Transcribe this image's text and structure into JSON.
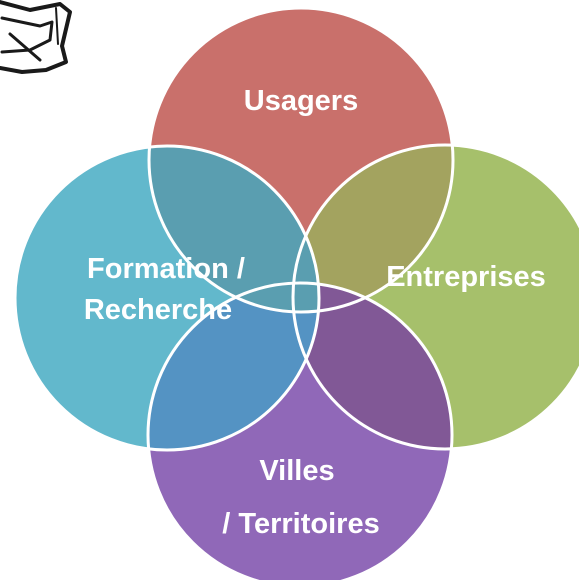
{
  "diagram": {
    "circles": [
      {
        "key": "top",
        "lines": [
          "Usagers"
        ]
      },
      {
        "key": "right",
        "lines": [
          "Entreprises"
        ]
      },
      {
        "key": "bottom",
        "lines": [
          "Villes",
          "/ Territoires"
        ]
      },
      {
        "key": "left",
        "lines": [
          "Formation /",
          "Recherche"
        ]
      }
    ],
    "colors": {
      "top": "#c9706b",
      "right": "#a6c06b",
      "bottom": "#9068b8",
      "left": "#62b8cc",
      "top_right_overlap": "#a3a35f",
      "right_bottom_overlap": "#815896",
      "left_bottom_overlap": "#5493c3",
      "left_top_overlap": "#5a9eb0",
      "outline": "#ffffff",
      "sketch_arrow": "#1a1a1a"
    },
    "decoration": "hand-drawn-arrow-icon"
  }
}
